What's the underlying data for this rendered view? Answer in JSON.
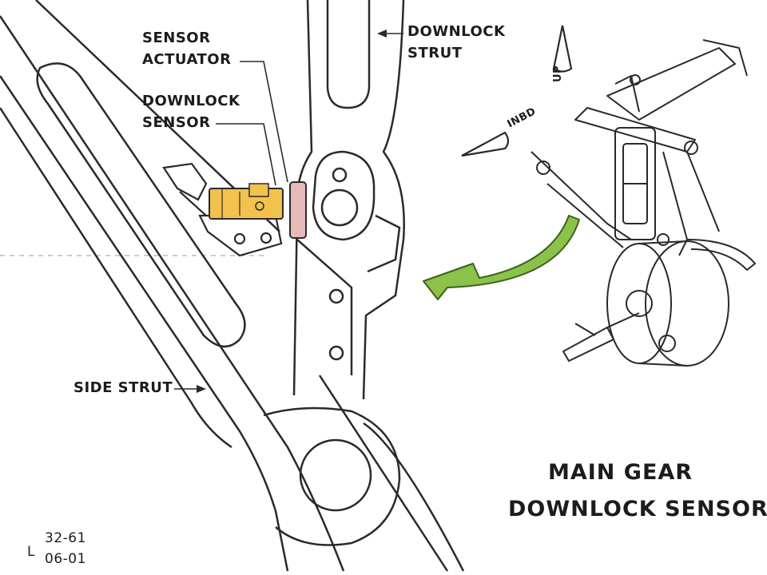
{
  "callouts": {
    "downlock_strut_1": "DOWNLOCK",
    "downlock_strut_2": "STRUT",
    "sensor_actuator_1": "SENSOR",
    "sensor_actuator_2": "ACTUATOR",
    "downlock_sensor_1": "DOWNLOCK",
    "downlock_sensor_2": "SENSOR",
    "side_strut": "SIDE STRUT",
    "up": "UP",
    "inbd": "INBD"
  },
  "title": {
    "line1": "MAIN GEAR",
    "line2": "DOWNLOCK SENSOR"
  },
  "reference": {
    "prefix": "L",
    "line1": "32-61",
    "line2": "06-01"
  },
  "colors": {
    "line": "#2a2a2a",
    "sensor": "#f2c14e",
    "actuator": "#e8b9b9",
    "arrow": "#8bc34a"
  }
}
